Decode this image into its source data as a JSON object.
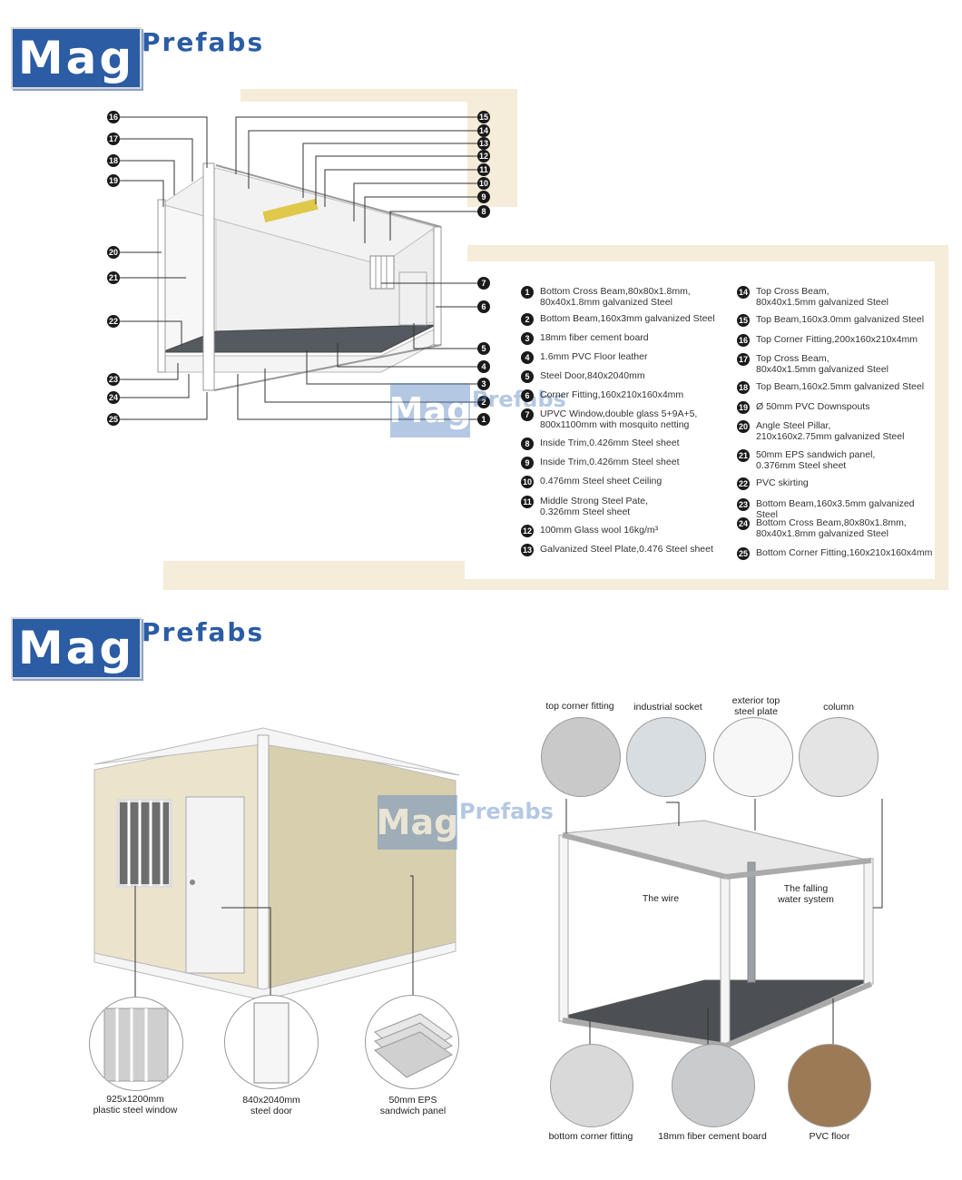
{
  "brand": {
    "logo_main": "Mag",
    "logo_suffix": "Prefabs",
    "colors": {
      "brand_blue": "#2b5ca4",
      "beige": "#f5ecd9"
    }
  },
  "diagram": {
    "callouts": [
      "16",
      "17",
      "18",
      "19",
      "20",
      "21",
      "22",
      "23",
      "24",
      "25",
      "15",
      "14",
      "13",
      "12",
      "11",
      "10",
      "9",
      "8",
      "7",
      "6",
      "5",
      "4",
      "3",
      "2",
      "1"
    ]
  },
  "parts": {
    "left": [
      {
        "n": "1",
        "text": "Bottom Cross Beam,80x80x1.8mm,\n80x40x1.8mm galvanized Steel"
      },
      {
        "n": "2",
        "text": "Bottom Beam,160x3mm galvanized Steel"
      },
      {
        "n": "3",
        "text": "18mm fiber cement board"
      },
      {
        "n": "4",
        "text": "1.6mm PVC Floor leather"
      },
      {
        "n": "5",
        "text": "Steel Door,840x2040mm"
      },
      {
        "n": "6",
        "text": "Corner Fitting,160x210x160x4mm"
      },
      {
        "n": "7",
        "text": "UPVC Window,double glass 5+9A+5,\n800x1100mm with mosquito netting"
      },
      {
        "n": "8",
        "text": "Inside Trim,0.426mm Steel sheet"
      },
      {
        "n": "9",
        "text": "Inside Trim,0.426mm Steel sheet"
      },
      {
        "n": "10",
        "text": "0.476mm Steel sheet Ceiling"
      },
      {
        "n": "11",
        "text": "Middle Strong Steel Pate,\n0.326mm Steel sheet"
      },
      {
        "n": "12",
        "text": "100mm Glass wool 16kg/m³"
      },
      {
        "n": "13",
        "text": "Galvanized Steel Plate,0.476 Steel sheet"
      }
    ],
    "right": [
      {
        "n": "14",
        "text": "Top Cross Beam,\n80x40x1.5mm galvanized Steel"
      },
      {
        "n": "15",
        "text": "Top Beam,160x3.0mm galvanized Steel"
      },
      {
        "n": "16",
        "text": "Top Corner Fitting,200x160x210x4mm"
      },
      {
        "n": "17",
        "text": "Top Cross Beam,\n80x40x1.5mm galvanized Steel"
      },
      {
        "n": "18",
        "text": "Top Beam,160x2.5mm galvanized Steel"
      },
      {
        "n": "19",
        "text": "Ø 50mm PVC Downspouts"
      },
      {
        "n": "20",
        "text": "Angle Steel Pillar,\n210x160x2.75mm galvanized Steel"
      },
      {
        "n": "21",
        "text": "50mm EPS sandwich panel,\n0.376mm Steel sheet"
      },
      {
        "n": "22",
        "text": "PVC skirting"
      },
      {
        "n": "23",
        "text": "Bottom Beam,160x3.5mm galvanized Steel"
      },
      {
        "n": "24",
        "text": "Bottom Cross Beam,80x80x1.8mm,\n80x40x1.8mm galvanized Steel"
      },
      {
        "n": "25",
        "text": "Bottom Corner Fitting,160x210x160x4mm"
      }
    ]
  },
  "features": {
    "left": {
      "window": "925x1200mm\nplastic steel window",
      "door": "840x2040mm\nsteel door",
      "panel": "50mm EPS\nsandwich panel"
    },
    "right": {
      "top_corner_fitting": "top corner fitting",
      "industrial_socket": "industrial socket",
      "exterior_top_steel_plate": "exterior top\nsteel plate",
      "column": "column",
      "the_wire": "The wire",
      "falling_water": "The falling\nwater system",
      "bottom_corner_fitting": "bottom corner fitting",
      "fiber_cement_board": "18mm fiber cement board",
      "pvc_floor": "PVC floor"
    }
  }
}
